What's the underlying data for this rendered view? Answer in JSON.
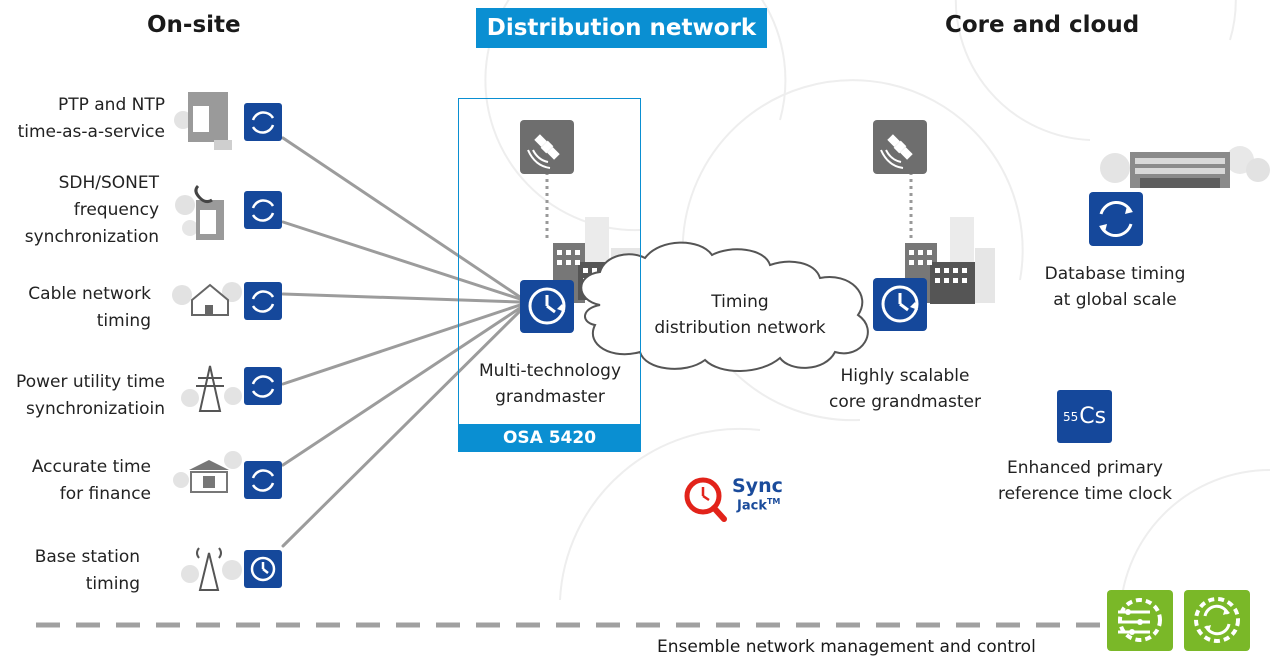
{
  "columns": {
    "onsite": "On-site",
    "distribution": "Distribution network",
    "core": "Core and cloud"
  },
  "services": [
    {
      "lines": [
        "PTP and NTP",
        "time-as-a-service"
      ],
      "icon": "building-icon"
    },
    {
      "lines": [
        "SDH/SONET",
        "frequency",
        "synchronization"
      ],
      "icon": "phone-building-icon"
    },
    {
      "lines": [
        "Cable network",
        "timing"
      ],
      "icon": "house-icon"
    },
    {
      "lines": [
        "Power utility time",
        "synchronizatioin"
      ],
      "icon": "power-tower-icon"
    },
    {
      "lines": [
        "Accurate time",
        "for finance"
      ],
      "icon": "bank-icon"
    },
    {
      "lines": [
        "Base station",
        "timing"
      ],
      "icon": "cell-tower-icon"
    }
  ],
  "grandmaster": {
    "lines": [
      "Multi-technology",
      "grandmaster"
    ],
    "product": "OSA 5420"
  },
  "cloud": {
    "lines": [
      "Timing",
      "distribution network"
    ]
  },
  "core_grandmaster": {
    "lines": [
      "Highly scalable",
      "core grandmaster"
    ]
  },
  "database": {
    "lines": [
      "Database timing",
      "at global scale"
    ]
  },
  "clock": {
    "mass": "55",
    "symbol": "Cs",
    "lines": [
      "Enhanced primary",
      "reference time clock"
    ]
  },
  "syncjack": {
    "word1": "Sync",
    "word2": "Jack",
    "tm": "TM"
  },
  "management": {
    "label": "Ensemble network management and control"
  },
  "colors": {
    "accent_blue": "#0a8fd2",
    "icon_navy": "#15489b",
    "management_green": "#7ab828",
    "syncjack_red": "#e2231a",
    "connector_gray": "#9c9c9c"
  }
}
